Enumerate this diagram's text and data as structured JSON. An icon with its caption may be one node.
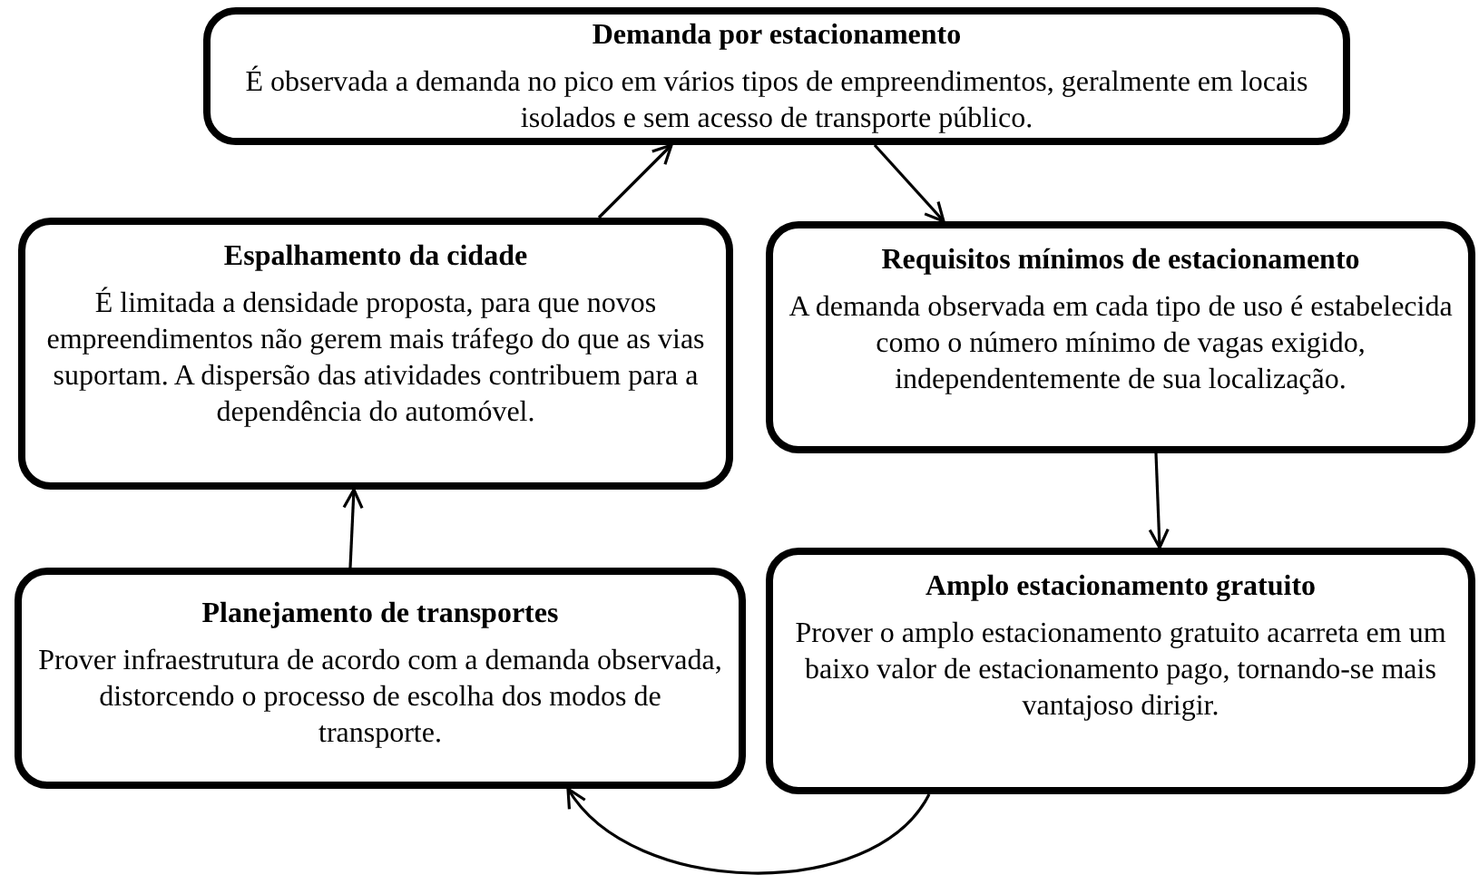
{
  "diagram": {
    "nodes": [
      {
        "text": [
          "Demanda por estacionamento",
          "É observada a demanda no pico em vários tipos de empreendimentos, geralmente em locais isolados e sem acesso de transporte público."
        ]
      },
      {
        "text": [
          "Espalhamento da cidade",
          "É limitada a densidade proposta, para que novos empreendimentos não gerem mais tráfego do que as vias suportam. A dispersão das atividades contribuem para a dependência do automóvel."
        ]
      },
      {
        "text": [
          "Requisitos mínimos de estacionamento",
          "A demanda observada em cada tipo de uso é estabelecida como o número mínimo de vagas exigido, independentemente de sua localização."
        ]
      },
      {
        "text": [
          "Planejamento de transportes",
          "Prover infraestrutura de acordo com a demanda observada, distorcendo o processo de escolha dos modos de transporte."
        ]
      },
      {
        "text": [
          "Amplo estacionamento gratuito",
          "Prover o amplo estacionamento gratuito acarreta em um baixo valor de estacionamento pago, tornando-se mais vantajoso dirigir."
        ]
      }
    ],
    "edges": [
      {
        "from": 1,
        "to": 0,
        "arrow": "to"
      },
      {
        "from": 0,
        "to": 2,
        "arrow": "to"
      },
      {
        "from": 2,
        "to": 4,
        "arrow": "to"
      },
      {
        "from": 4,
        "to": 3,
        "arrow": "to"
      },
      {
        "from": 3,
        "to": 1,
        "arrow": "to"
      }
    ]
  }
}
